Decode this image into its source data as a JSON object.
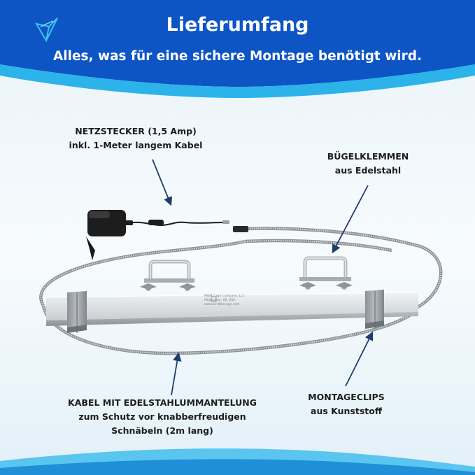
{
  "header": {
    "title": "Lieferumfang",
    "subtitle": "Alles, was für eine sichere Montage benötigt wird."
  },
  "labels": {
    "plug": {
      "line1": "NETZSTECKER (1,5 Amp)",
      "line2": "inkl. 1-Meter langem Kabel"
    },
    "clamps": {
      "line1": "BÜGELKLEMMEN",
      "line2": "aus Edelstahl"
    },
    "cable": {
      "line1": "KABEL MIT EDELSTAHLUMMANTELUNG",
      "line2": "zum Schutz vor knabberfreudigen",
      "line3": "Schnäbeln (2m lang)"
    },
    "clips": {
      "line1": "MONTAGECLIPS",
      "line2": "aus Kunststoff"
    }
  },
  "product_label": {
    "line1": "M&M Cage Company, LLC",
    "line2": "Milwaukee, WI, USA",
    "line3": "www.birdlikecage.com"
  },
  "colors": {
    "banner_blue": "#0d55c5",
    "banner_cyan": "#2bb3ea",
    "arrow": "#1f3d6b"
  }
}
